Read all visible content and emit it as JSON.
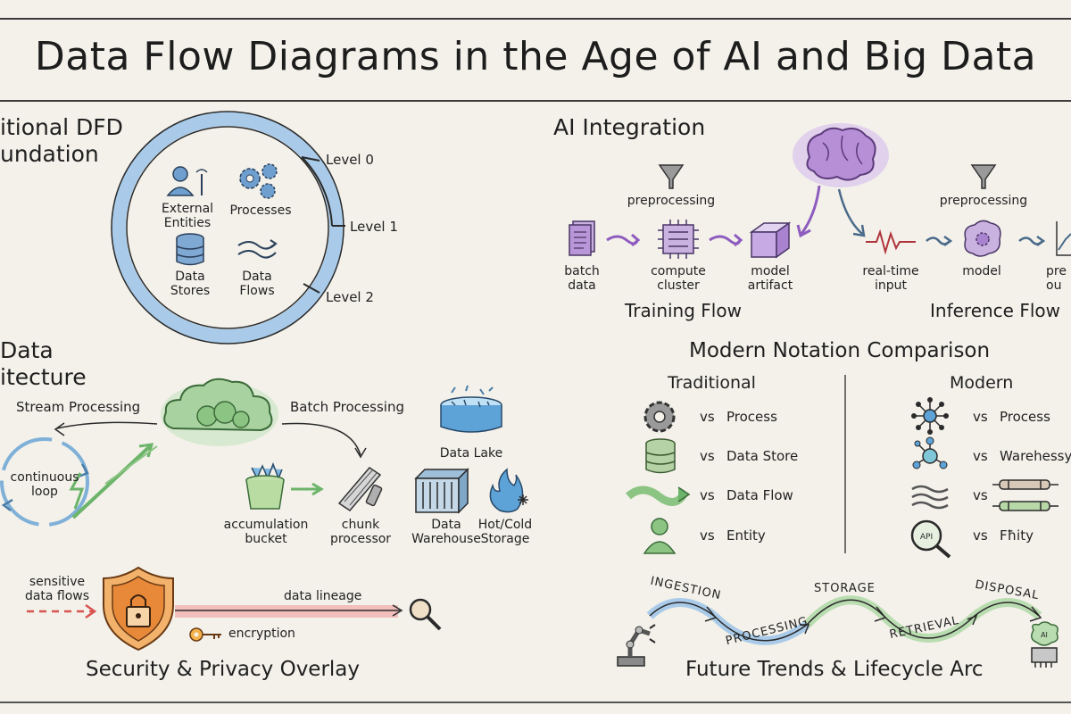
{
  "title": "Data Flow Diagrams in the Age of AI and Big Data",
  "traditional": {
    "heading_line1": "itional DFD",
    "heading_line2": "undation",
    "entities_label": "External\nEntities",
    "processes_label": "Processes",
    "stores_label": "Data\nStores",
    "flows_label": "Data\nFlows",
    "level0": "Level 0",
    "level1": "Level 1",
    "level2": "Level 2"
  },
  "ai": {
    "heading": "AI Integration",
    "preprocessing_training": "preprocessing",
    "preprocessing_inference": "preprocessing",
    "batch_data": "batch\ndata",
    "compute_cluster": "compute\ncluster",
    "model_artifact": "model\nartifact",
    "realtime_input": "real-time\ninput",
    "model": "model",
    "prediction_output": "pre\nou",
    "training_flow": "Training Flow",
    "inference_flow": "Inference Flow"
  },
  "bigdata": {
    "heading_line1": "Data",
    "heading_line2": "itecture",
    "stream_processing": "Stream Processing",
    "batch_processing": "Batch Processing",
    "continuous_loop": "continuous\nloop",
    "accumulation_bucket": "accumulation\nbucket",
    "chunk_processor": "chunk\nprocessor",
    "data_lake": "Data Lake",
    "data_warehouse": "Data\nWarehouse",
    "hot_cold_storage": "Hot/Cold\nStorage"
  },
  "security": {
    "sensitive_flows": "sensitive\ndata flows",
    "data_lineage": "data lineage",
    "encryption": "encryption",
    "heading": "Security & Privacy Overlay"
  },
  "notation": {
    "heading": "Modern Notation Comparison",
    "traditional_col": "Traditional",
    "modern_col": "Modern",
    "vs": "vs",
    "trad_rows": [
      "Process",
      "Data Store",
      "Data Flow",
      "Entity"
    ],
    "modern_rows": [
      "Process",
      "Warehessy",
      "",
      "Fħity"
    ]
  },
  "lifecycle": {
    "ingestion": "INGESTION",
    "processing": "PROCESSING",
    "storage": "STORAGE",
    "retrieval": "RETRIEVAL",
    "disposal": "DISPOSAL",
    "heading": "Future Trends & Lifecycle Arc"
  },
  "colors": {
    "blue": "#5b9bd5",
    "purple": "#8e5bbf",
    "green": "#6cb46a",
    "orange": "#e8893a",
    "red": "#d9534f"
  }
}
